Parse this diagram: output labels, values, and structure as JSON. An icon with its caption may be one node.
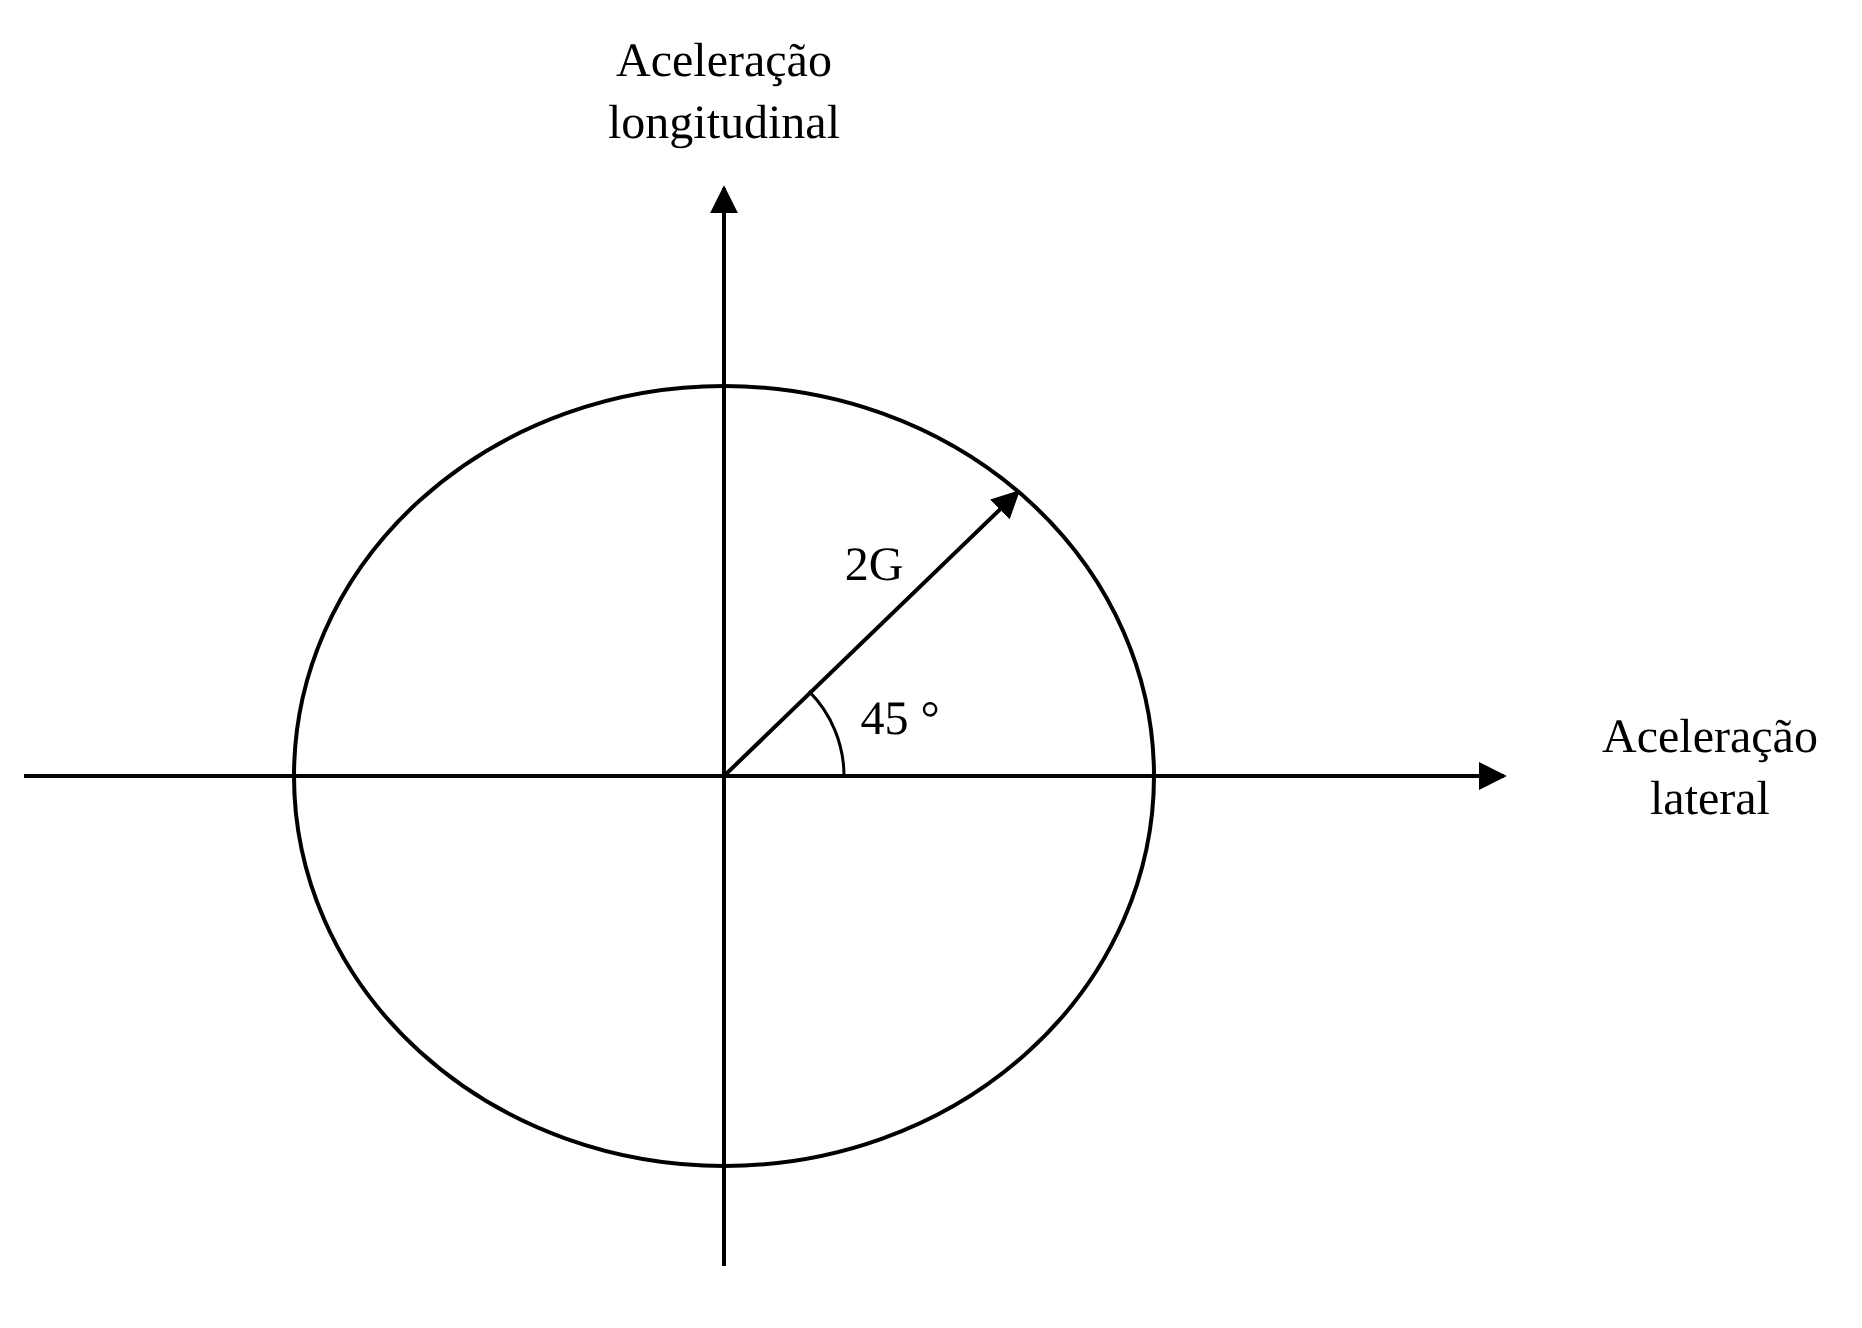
{
  "diagram": {
    "labels": [
      "Aceleração longitudinal",
      "2G",
      "45 °",
      "Aceleração lateral"
    ]
  }
}
